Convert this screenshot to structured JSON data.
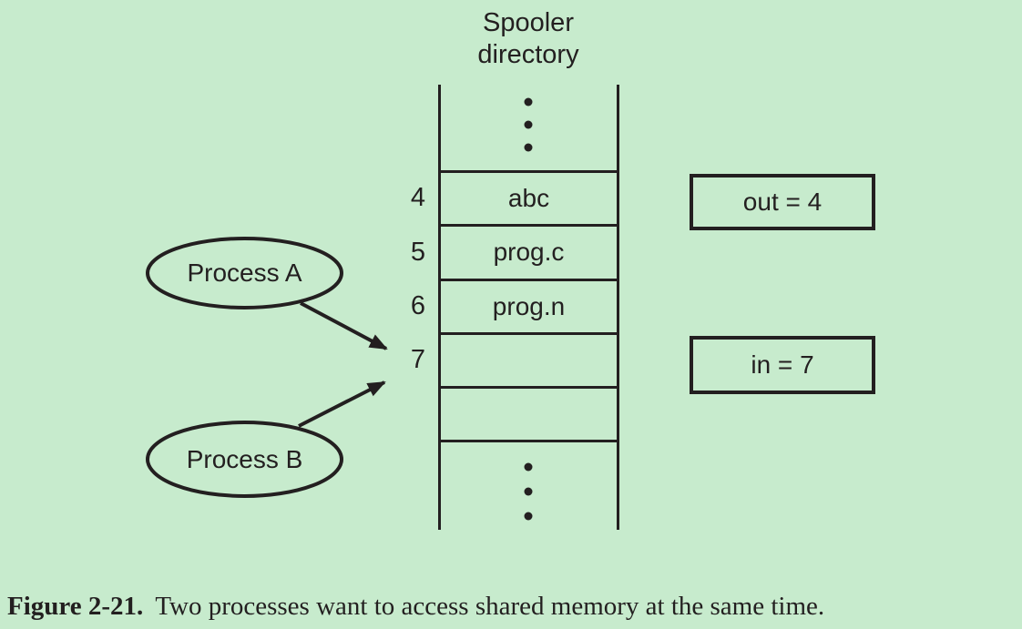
{
  "diagram": {
    "title_line1": "Spooler",
    "title_line2": "directory",
    "rows": [
      {
        "index": "4",
        "value": "abc"
      },
      {
        "index": "5",
        "value": "prog.c"
      },
      {
        "index": "6",
        "value": "prog.n"
      },
      {
        "index": "7",
        "value": ""
      },
      {
        "index": "",
        "value": ""
      }
    ],
    "process_a_label": "Process A",
    "process_b_label": "Process B",
    "out_pointer": "out = 4",
    "in_pointer": "in = 7",
    "colors": {
      "background": "#c7ebcd",
      "ink": "#231f20"
    }
  },
  "caption": {
    "label": "Figure 2-21.",
    "text": "Two processes want to access shared memory at the same time."
  }
}
